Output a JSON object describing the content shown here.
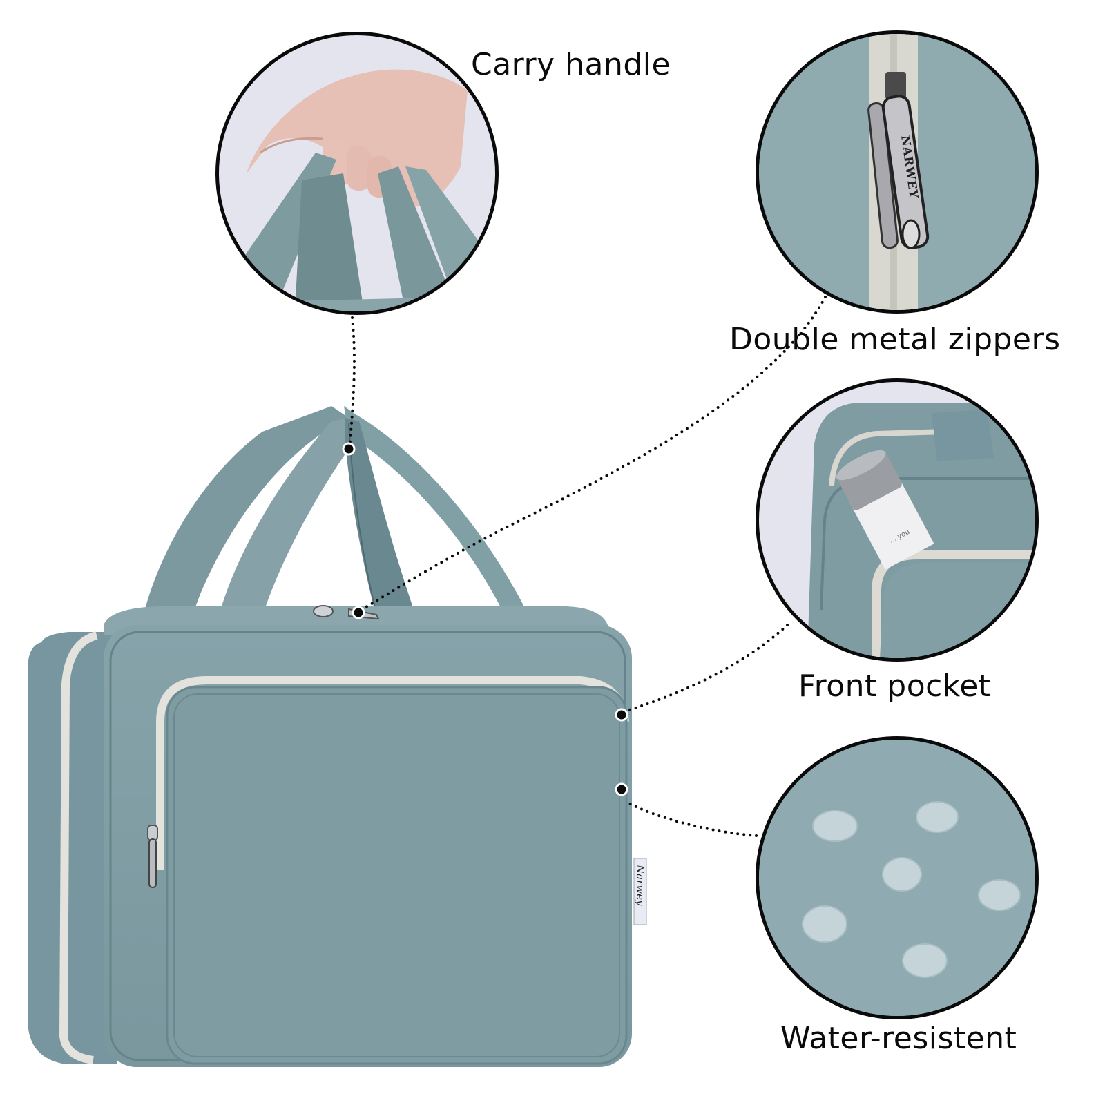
{
  "features": [
    {
      "id": "carry-handle",
      "label": "Carry handle"
    },
    {
      "id": "double-metal-zippers",
      "label": "Double metal zippers"
    },
    {
      "id": "front-pocket",
      "label": "Front pocket"
    },
    {
      "id": "water-resistent",
      "label": "Water-resistent"
    }
  ],
  "zipper_pull_text": "NARWEY",
  "brand_tag_text": "Narwey",
  "bottle_text": "… you",
  "colors": {
    "bag": "#7d9aa1",
    "bag_dark": "#5f7d85",
    "bag_light": "#94adb3",
    "zipper_tape": "#e4e2dc",
    "circle_bg": "#e3e4ee",
    "outline": "#0a0a0a",
    "text": "#0a0a0a"
  }
}
